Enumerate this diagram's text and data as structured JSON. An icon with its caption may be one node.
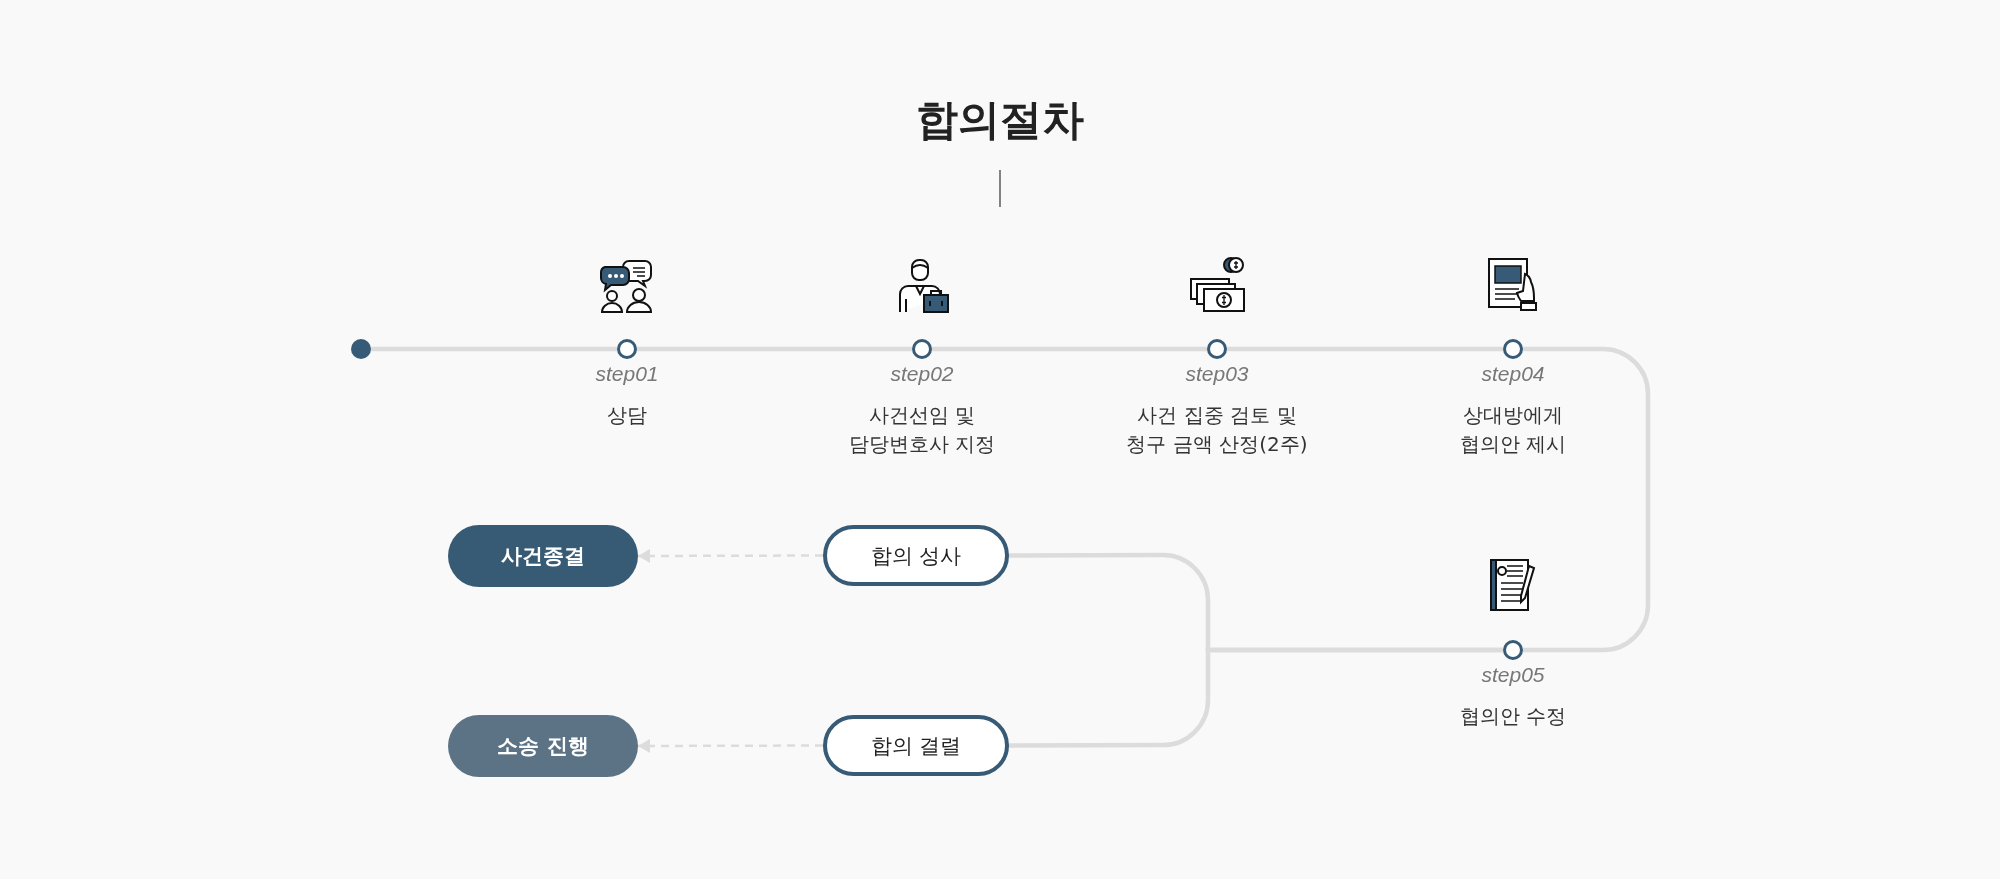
{
  "diagram": {
    "title": "합의절차",
    "nodes": [
      {
        "text": [],
        "shape": "circle"
      },
      {
        "text": [],
        "shape": "circle",
        "beside": [
          "step01",
          "상담"
        ]
      },
      {
        "text": [],
        "shape": "circle",
        "beside": [
          "step02",
          "사건선임 및 담당변호사 지정"
        ]
      },
      {
        "text": [],
        "shape": "circle",
        "beside": [
          "step03",
          "사건 집중 검토 및 청구 금액 산정(2주)"
        ]
      },
      {
        "text": [],
        "shape": "circle",
        "beside": [
          "step04",
          "상대방에게 협의안 제시"
        ]
      },
      {
        "text": [],
        "shape": "circle",
        "beside": [
          "step05",
          "협의안 수정"
        ]
      },
      {
        "text": [
          "합의 성사"
        ]
      },
      {
        "text": [
          "합의 결렬"
        ]
      },
      {
        "text": [
          "사건종결"
        ]
      },
      {
        "text": [
          "소송 진행"
        ]
      }
    ],
    "edges": [
      {
        "from": 0,
        "to": 1,
        "arrow": "none"
      },
      {
        "from": 1,
        "to": 2,
        "arrow": "none"
      },
      {
        "from": 2,
        "to": 3,
        "arrow": "none"
      },
      {
        "from": 3,
        "to": 4,
        "arrow": "none"
      },
      {
        "from": 4,
        "to": 5,
        "arrow": "none"
      },
      {
        "from": 5,
        "to": 6,
        "arrow": "none"
      },
      {
        "from": 5,
        "to": 7,
        "arrow": "none"
      },
      {
        "from": 6,
        "to": 8,
        "arrow": "to",
        "style": "dashed"
      },
      {
        "from": 7,
        "to": 9,
        "arrow": "to",
        "style": "dashed"
      }
    ]
  }
}
